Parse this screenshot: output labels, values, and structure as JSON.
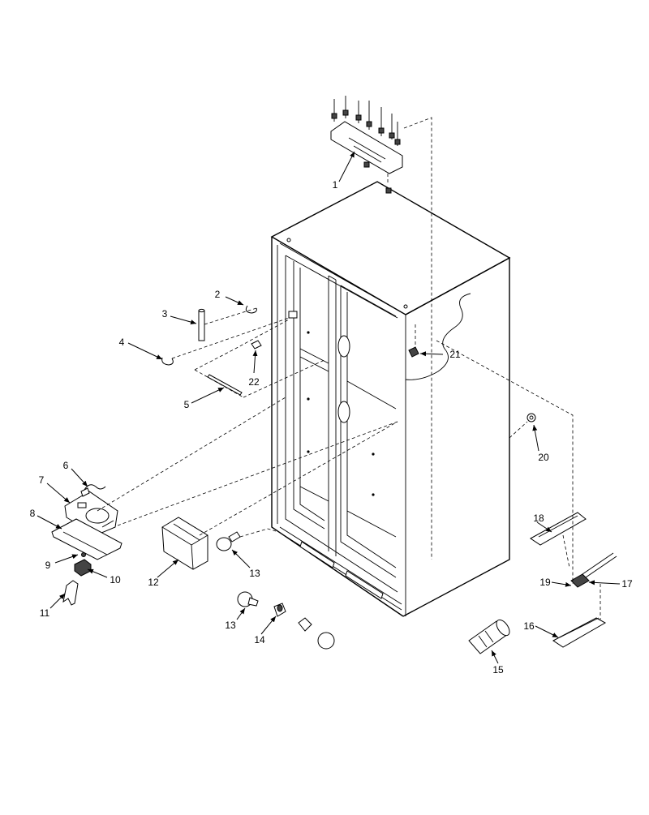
{
  "callouts": [
    "1",
    "2",
    "3",
    "4",
    "5",
    "6",
    "7",
    "8",
    "9",
    "10",
    "11",
    "12",
    "13",
    "13",
    "14",
    "15",
    "16",
    "17",
    "18",
    "19",
    "20",
    "21",
    "22"
  ]
}
